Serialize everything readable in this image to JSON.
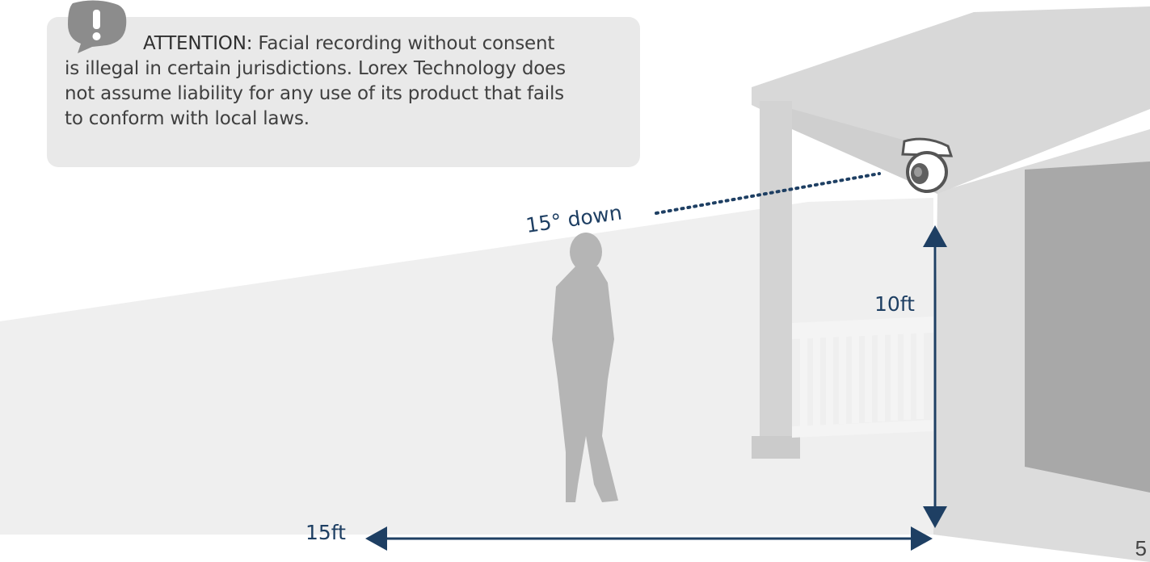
{
  "attention": {
    "label": "ATTENTION:",
    "line1": "Facial recording without consent",
    "line2": "is illegal in certain jurisdictions. Lorex Technology does",
    "line3": "not assume liability for any use of its product that fails",
    "line4": "to conform with local laws.",
    "icon": "exclamation-speech-bubble"
  },
  "labels": {
    "angle": "15° down",
    "height": "10ft",
    "distance": "15ft"
  },
  "page_number": "5",
  "colors": {
    "accent": "#1e3f63",
    "wall": "#dedede",
    "ground": "#efefef",
    "silhouette": "#b5b5b5",
    "callout_bg": "#e9e9e9",
    "garage_door": "#a8a8a8"
  }
}
